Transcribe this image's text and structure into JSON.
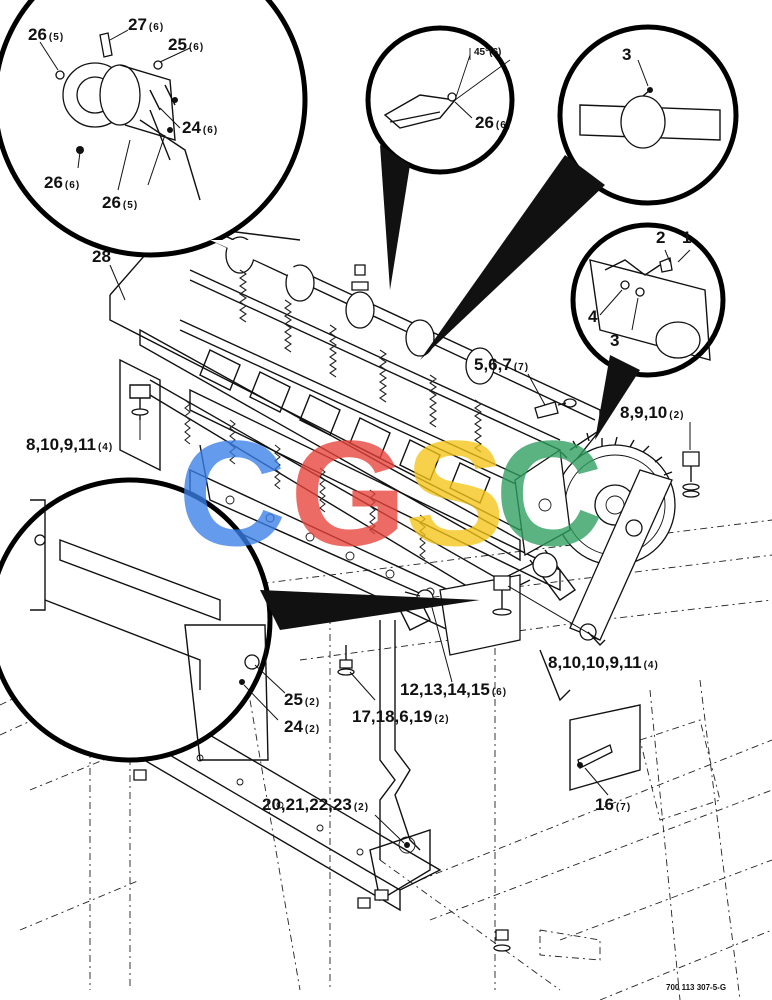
{
  "watermark": {
    "letters": [
      {
        "char": "C",
        "color": "#3a7fe8"
      },
      {
        "char": "G",
        "color": "#e8423a"
      },
      {
        "char": "S",
        "color": "#f5c518"
      },
      {
        "char": "C",
        "color": "#2e9e5e"
      }
    ]
  },
  "callouts": [
    {
      "id": "c26a",
      "text": "26",
      "qty": "(5)"
    },
    {
      "id": "c27",
      "text": "27",
      "qty": "(6)"
    },
    {
      "id": "c25a",
      "text": "25",
      "qty": "(6)"
    },
    {
      "id": "c24a",
      "text": "24",
      "qty": "(6)"
    },
    {
      "id": "c26b",
      "text": "26",
      "qty": "(6)"
    },
    {
      "id": "c26c",
      "text": "26",
      "qty": "(5)"
    },
    {
      "id": "c26d",
      "text": "26",
      "qty": "(6)"
    },
    {
      "id": "c3a",
      "text": "3",
      "qty": ""
    },
    {
      "id": "c2",
      "text": "2",
      "qty": ""
    },
    {
      "id": "c1",
      "text": "1",
      "qty": ""
    },
    {
      "id": "c4",
      "text": "4",
      "qty": ""
    },
    {
      "id": "c3b",
      "text": "3",
      "qty": ""
    },
    {
      "id": "c28",
      "text": "28",
      "qty": ""
    },
    {
      "id": "c567",
      "text": "5,6,7",
      "qty": "(7)"
    },
    {
      "id": "c8910",
      "text": "8,9,10",
      "qty": "(2)"
    },
    {
      "id": "c8a",
      "text": "8,10,9,11",
      "qty": "(4)"
    },
    {
      "id": "c8b",
      "text": "8,10,10,9,11",
      "qty": "(4)"
    },
    {
      "id": "c12",
      "text": "12,13,14,15",
      "qty": "(6)"
    },
    {
      "id": "c25b",
      "text": "25",
      "qty": "(2)"
    },
    {
      "id": "c24b",
      "text": "24",
      "qty": "(2)"
    },
    {
      "id": "c17",
      "text": "17,18,6,19",
      "qty": "(2)"
    },
    {
      "id": "c20",
      "text": "20,21,22,23",
      "qty": "(2)"
    },
    {
      "id": "c16",
      "text": "16",
      "qty": "(7)"
    }
  ],
  "angle_label": "45°(6)",
  "figure_number": "700 113 307-5-G"
}
